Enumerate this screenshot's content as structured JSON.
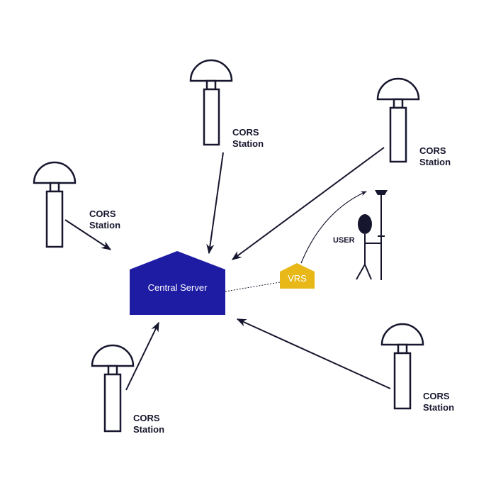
{
  "stations": [
    {
      "line1": "CORS",
      "line2": "Station"
    },
    {
      "line1": "CORS",
      "line2": "Station"
    },
    {
      "line1": "CORS",
      "line2": "Station"
    },
    {
      "line1": "CORS",
      "line2": "Station"
    },
    {
      "line1": "CORS",
      "line2": "Station"
    }
  ],
  "server": {
    "label": "Central Server"
  },
  "vrs": {
    "label": "VRS"
  },
  "user": {
    "label": "USER"
  },
  "colors": {
    "server": "#1f1ca4",
    "vrs": "#e8b818",
    "ink": "#16162e"
  }
}
